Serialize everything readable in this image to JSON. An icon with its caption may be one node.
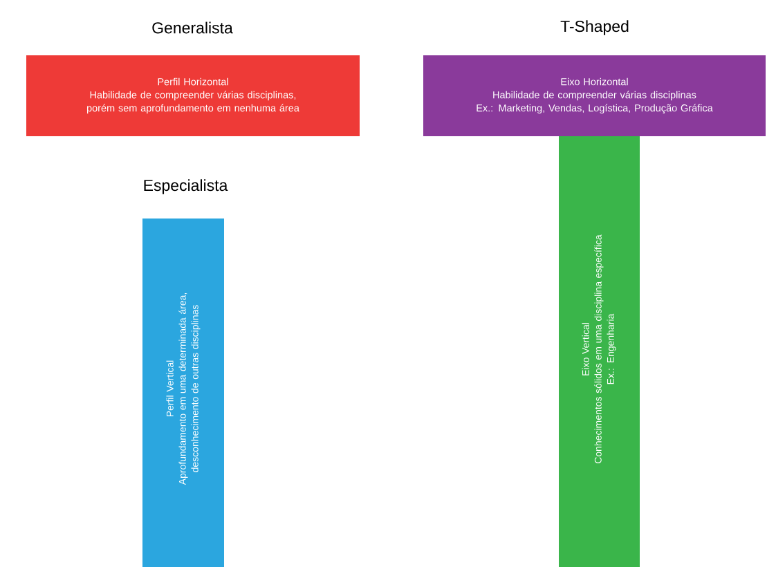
{
  "diagram": {
    "nodes": [
      {
        "text": [
          "Generalista",
          "Perfil Horizontal",
          "Habilidade de compreender várias disciplinas, porém sem aprofundamento em nenhuma área"
        ]
      },
      {
        "text": [
          "Especialista",
          "Perfil Vertical",
          "Aprofundamento em uma determinada área, desconhecimento de outras disciplinas"
        ]
      },
      {
        "text": [
          "T-Shaped",
          "Eixo Horizontal",
          "Habilidade de compreender várias disciplinas",
          "Ex.: Marketing, Vendas, Logística, Produção Gráfica"
        ]
      },
      {
        "text": [
          "Eixo Vertical",
          "Conhecimentos sólidos em uma disciplina específica",
          "Ex.: Engenharia"
        ]
      }
    ]
  }
}
